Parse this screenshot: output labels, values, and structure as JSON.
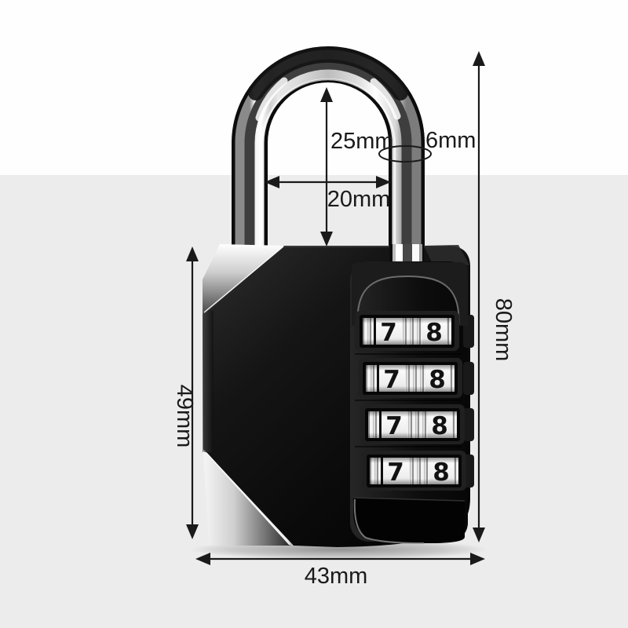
{
  "product_diagram": {
    "type": "combination-padlock-dimension-diagram",
    "dimensions": {
      "inner_height": "25mm",
      "shackle_diameter": "6mm",
      "inner_width": "20mm",
      "overall_height": "80mm",
      "body_height": "49mm",
      "body_width": "43mm"
    },
    "dial_wheels": {
      "rows": [
        {
          "left": "7",
          "right": "8"
        },
        {
          "left": "7",
          "right": "8"
        },
        {
          "left": "7",
          "right": "8"
        },
        {
          "left": "7",
          "right": "8"
        }
      ]
    },
    "colors": {
      "background_top": "#fefefe",
      "background_bottom": "#ececec",
      "annotation": "#1a1a1a",
      "body": "#0d0d0d",
      "chrome_highlight": "#ffffff",
      "wheel_face": "#f2f2f2",
      "digit": "#121212"
    }
  }
}
